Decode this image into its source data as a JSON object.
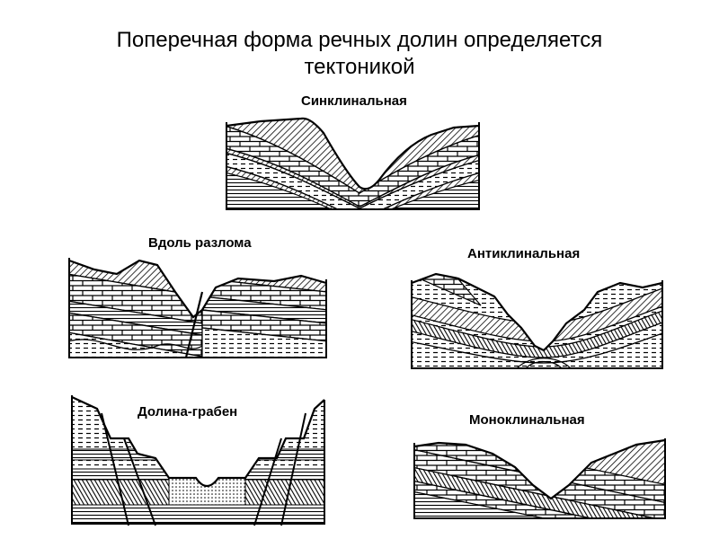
{
  "slide": {
    "title_line1": "Поперечная форма речных долин определяется",
    "title_line2": "тектоникой"
  },
  "panels": {
    "synclinal": {
      "label": "Синклинальная"
    },
    "fault": {
      "label": "Вдоль разлома"
    },
    "anticlinal": {
      "label": "Антиклинальная"
    },
    "graben": {
      "label": "Долина-грабен"
    },
    "monoclinal": {
      "label": "Моноклинальная"
    }
  }
}
